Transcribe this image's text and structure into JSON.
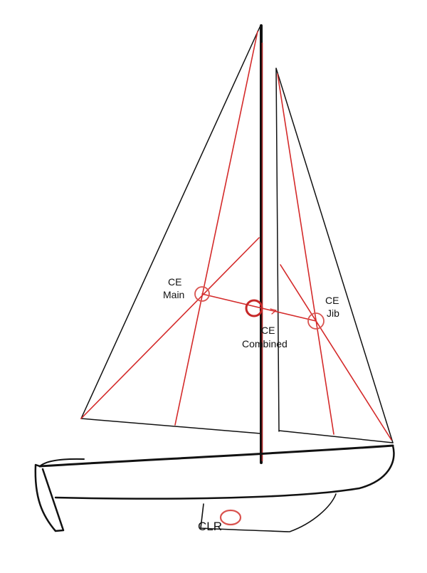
{
  "colors": {
    "outline": "#111111",
    "construction": "#d42a2a",
    "marker": "#d9534f",
    "background": "#ffffff"
  },
  "labels": {
    "ce_main_line1": "CE",
    "ce_main_line2": "Main",
    "ce_jib_line1": "CE",
    "ce_jib_line2": "Jib",
    "ce_combined_line1": "CE",
    "ce_combined_line2": "Combined",
    "clr": "CLR"
  }
}
